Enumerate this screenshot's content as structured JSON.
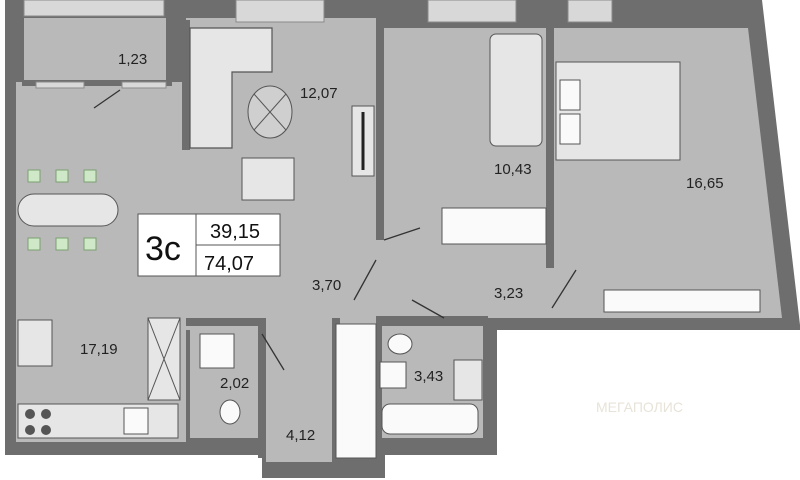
{
  "apartment": {
    "type": "3с",
    "living_area": "39,15",
    "total_area": "74,07"
  },
  "rooms": [
    {
      "id": "balcony",
      "area": "1,23"
    },
    {
      "id": "living-room",
      "area": "12,07"
    },
    {
      "id": "study",
      "area": "10,43"
    },
    {
      "id": "bedroom",
      "area": "16,65"
    },
    {
      "id": "kitchen",
      "area": "17,19"
    },
    {
      "id": "hall",
      "area": "3,70"
    },
    {
      "id": "corridor",
      "area": "3,23"
    },
    {
      "id": "toilet",
      "area": "2,02"
    },
    {
      "id": "bathroom",
      "area": "3,43"
    },
    {
      "id": "entrance",
      "area": "4,12"
    }
  ],
  "watermark": "МЕГАПОЛИС",
  "colors": {
    "wall": "#6e6e6e",
    "floor": "#b9b9b9",
    "window": "#d8d8d8",
    "furniture": "#e6e6e6",
    "green_accent": "#cfe8c8",
    "badge_bg": "#ffffff"
  }
}
